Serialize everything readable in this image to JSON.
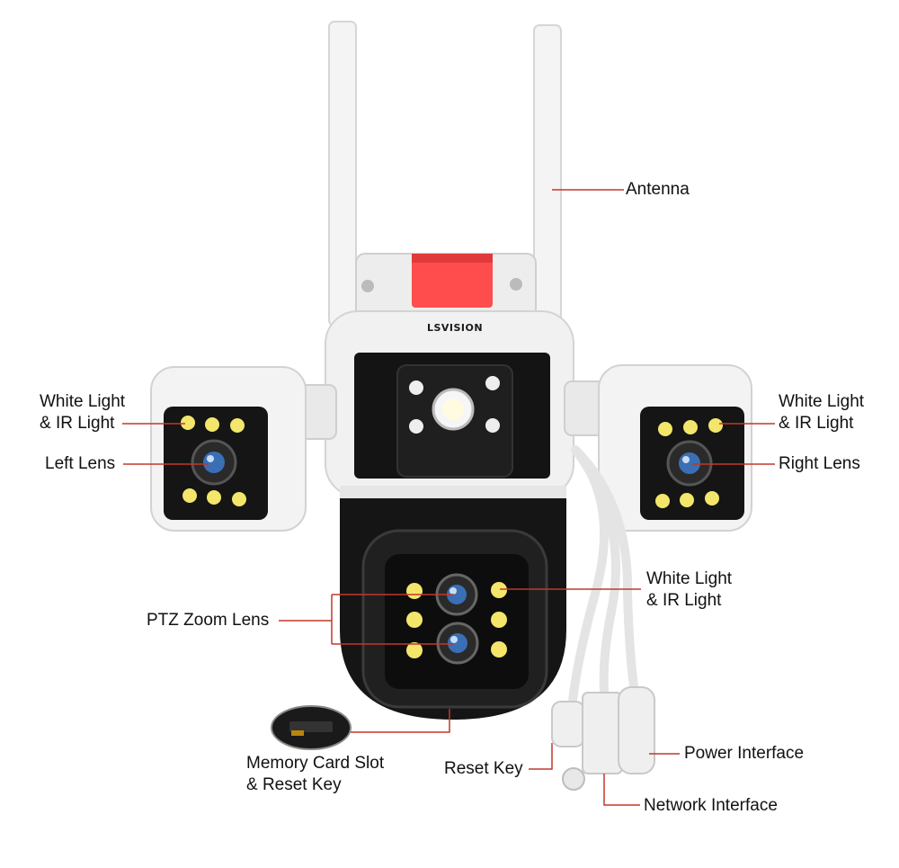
{
  "brand": {
    "logo_text": "LSVISION"
  },
  "labels": {
    "antenna": "Antenna",
    "left_light_line1": "White Light",
    "left_light_line2": "& IR Light",
    "left_lens": "Left Lens",
    "right_light_line1": "White Light",
    "right_light_line2": "& IR Light",
    "right_lens": "Right Lens",
    "ptz_zoom_lens": "PTZ Zoom Lens",
    "ptz_light_line1": "White Light",
    "ptz_light_line2": "& IR Light",
    "memory_line1": "Memory Card Slot",
    "memory_line2": "& Reset Key",
    "reset_key": "Reset Key",
    "power_interface": "Power Interface",
    "network_interface": "Network Interface"
  },
  "colors": {
    "leader_line": "#c0392b",
    "camera_white": "#f2f2f2",
    "camera_black": "#111111",
    "warning_light": "#ff4d4d",
    "led_yellow": "#f3e66a",
    "lens_blue": "#3a6fb5"
  }
}
